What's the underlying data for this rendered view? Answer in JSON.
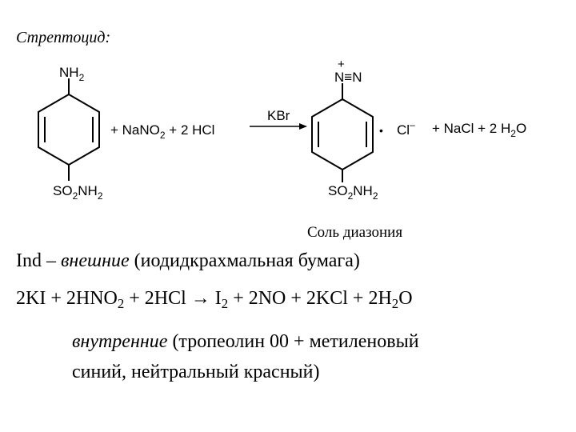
{
  "title": "Стрептоцид:",
  "scheme": {
    "left": {
      "top_group": "NH",
      "top_group_sub": "2",
      "bottom_group_a": "SO",
      "bottom_group_a_sub": "2",
      "bottom_group_b": "NH",
      "bottom_group_b_sub": "2"
    },
    "reagents": {
      "a": "+ NaNO",
      "a_sub": "2",
      "b": " + 2 HCl"
    },
    "arrow_label": "KBr",
    "right": {
      "plus_charge": "+",
      "top_group": "N≡N",
      "dot": "•",
      "counter_ion": "Cl",
      "counter_charge": "–",
      "bottom_group_a": "SO",
      "bottom_group_a_sub": "2",
      "bottom_group_b": "NH",
      "bottom_group_b_sub": "2"
    },
    "products": {
      "a": "+ NaCl + 2 H",
      "a_sub": "2",
      "b": "O"
    }
  },
  "caption": "Соль диазония",
  "line1": {
    "a": "Ind – ",
    "b": "внешние",
    "c": " (иодидкрахмальная бумага)"
  },
  "line2": {
    "a": "2KI + 2HNO",
    "a_sub": "2",
    "b": " + 2HCl → I",
    "b_sub": "2",
    "c": " + 2NO + 2KCl + 2H",
    "c_sub": "2",
    "d": "O"
  },
  "line3": {
    "a": "внутренние",
    "b": " (тропеолин 00 +  метиленовый"
  },
  "line4": {
    "a": "синий, нейтральный красный)"
  }
}
